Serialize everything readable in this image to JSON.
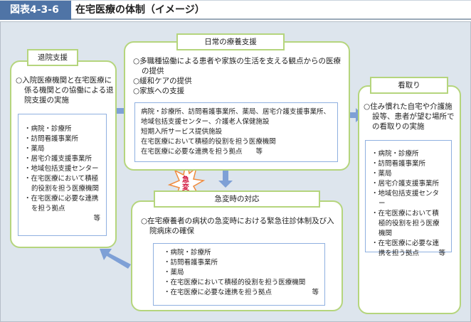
{
  "header": {
    "figure_label": "図表4-3-6",
    "title": "在宅医療の体制（イメージ）"
  },
  "discharge": {
    "title": "退院支援",
    "lead": [
      "○入院医療機関と在宅医療に係る機関との協働による退院支援の実施"
    ],
    "items": [
      "・病院・診療所",
      "・訪問看護事業所",
      "・薬局",
      "・居宅介護支援事業所",
      "・地域包括支援センター",
      "・在宅医療において積極的役割を担う医療機関",
      "・在宅医療に必要な連携を担う拠点"
    ],
    "etc": "等"
  },
  "daily": {
    "title": "日常の療養支援",
    "lead": [
      "○多職種協働による患者や家族の生活を支える観点からの医療の提供",
      "○緩和ケアの提供",
      "○家族への支援"
    ],
    "items": [
      "病院・診療所、訪問看護事業所、薬局、居宅介護支援事業所、地域包括支援センター、介護老人保健施設",
      "短期入所サービス提供施設",
      "在宅医療において積極的役割を担う医療機関",
      "在宅医療に必要な連携を担う拠点　　等"
    ]
  },
  "endoflife": {
    "title": "看取り",
    "lead": [
      "○住み慣れた自宅や介護施設等、患者が望む場所での看取りの実施"
    ],
    "items": [
      "・病院・診療所",
      "・訪問看護事業所",
      "・薬局",
      "・居宅介護支援事業所",
      "・地域包括支援センター",
      "・在宅医療において積極的役割を担う医療機関",
      "・在宅医療に必要な連携を担う拠点"
    ],
    "etc": "等"
  },
  "emergency": {
    "title": "急変時の対応",
    "burst": "急変",
    "lead": [
      "○在宅療養者の病状の急変時における緊急往診体制及び入院病床の確保"
    ],
    "items": [
      "・病院・診療所",
      "・訪問看護事業所",
      "・薬局",
      "・在宅医療において積極的役割を担う医療機関",
      "・在宅医療に必要な連携を担う拠点"
    ],
    "etc": "等"
  },
  "colors": {
    "header": "#4f74a6",
    "border": "#b5d57d",
    "arrow": "#7ea0d6",
    "burst": "#f08a3c",
    "burst_text": "#d0103a"
  }
}
